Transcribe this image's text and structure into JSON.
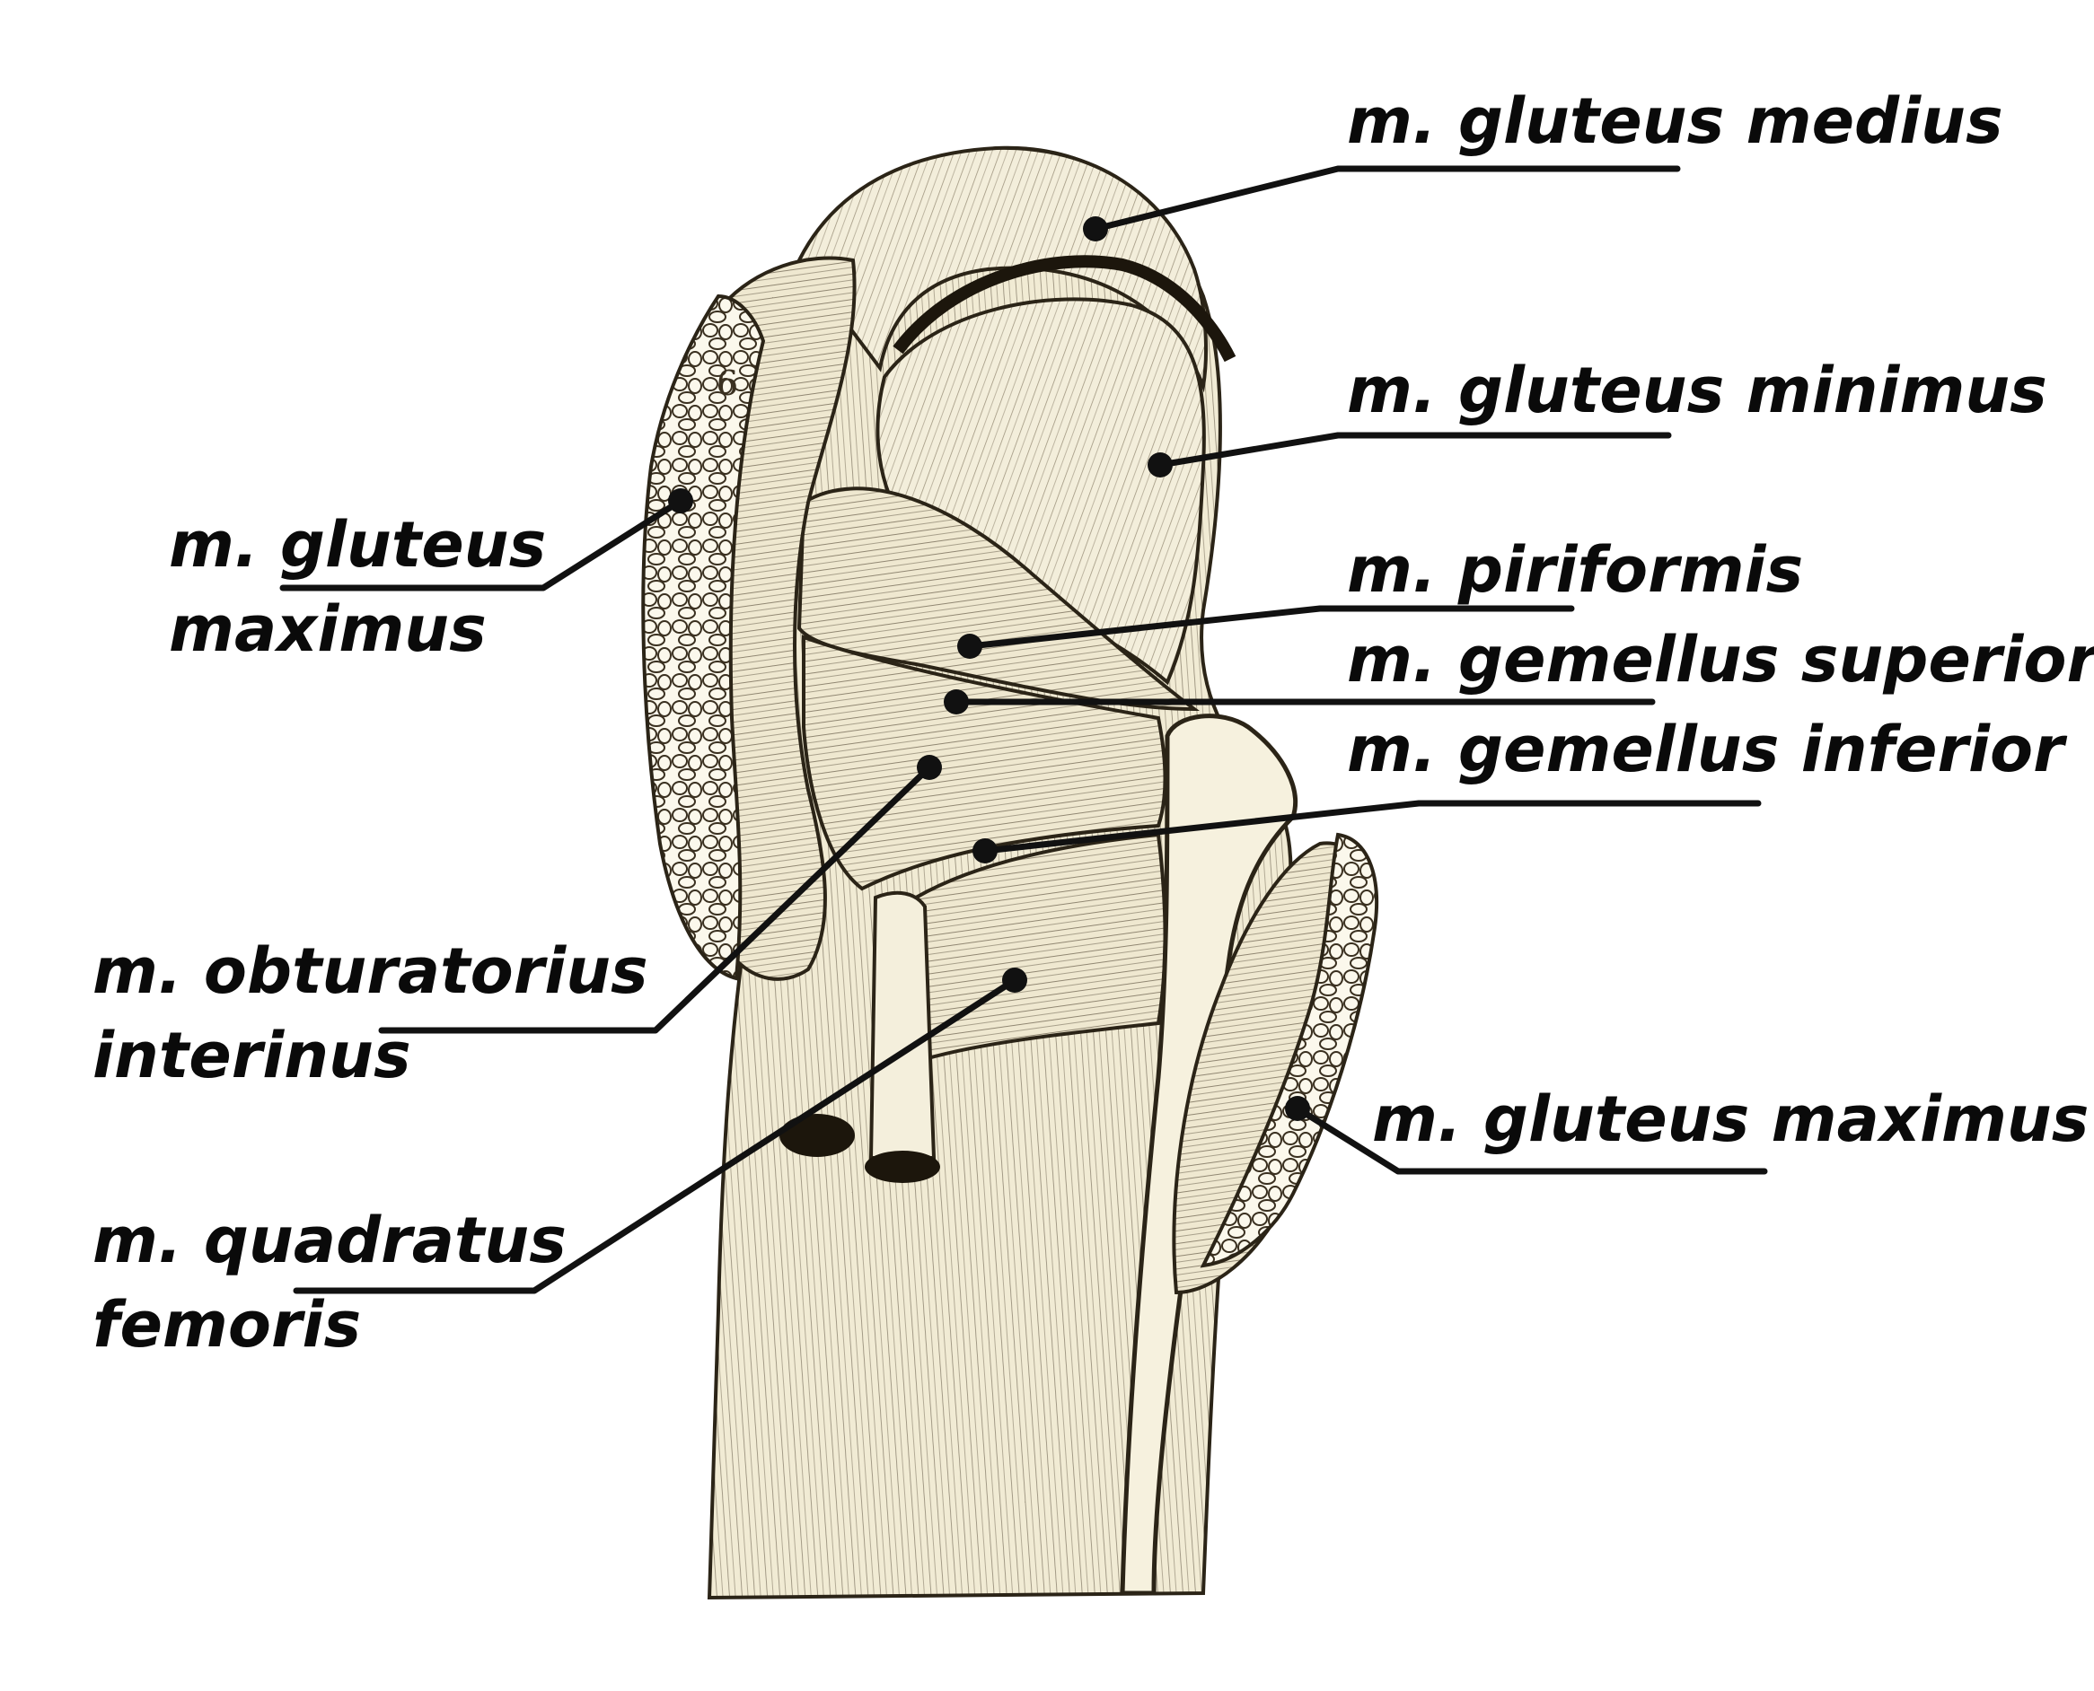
{
  "figure": {
    "muscle_fill": "#f3eedb",
    "muscle_stroke": "#2b2417",
    "fat_fill": "#fbf8ec",
    "leader_color": "#111111"
  },
  "labels": {
    "gluteus_medius": "m. gluteus medius",
    "gluteus_minimus": "m. gluteus minimus",
    "piriformis": "m. piriformis",
    "gemellus_superior": "m. gemellus superior",
    "gemellus_inferior": "m. gemellus inferior",
    "gluteus_maximus_left_line1": "m. gluteus",
    "gluteus_maximus_left_line2": "maximus",
    "obturatorius_line1": "m. obturatorius",
    "obturatorius_line2": "interinus",
    "quadratus_line1": "m. quadratus",
    "quadratus_line2": "femoris",
    "gluteus_maximus_right": "m. gluteus maximus",
    "section_number": "6"
  }
}
